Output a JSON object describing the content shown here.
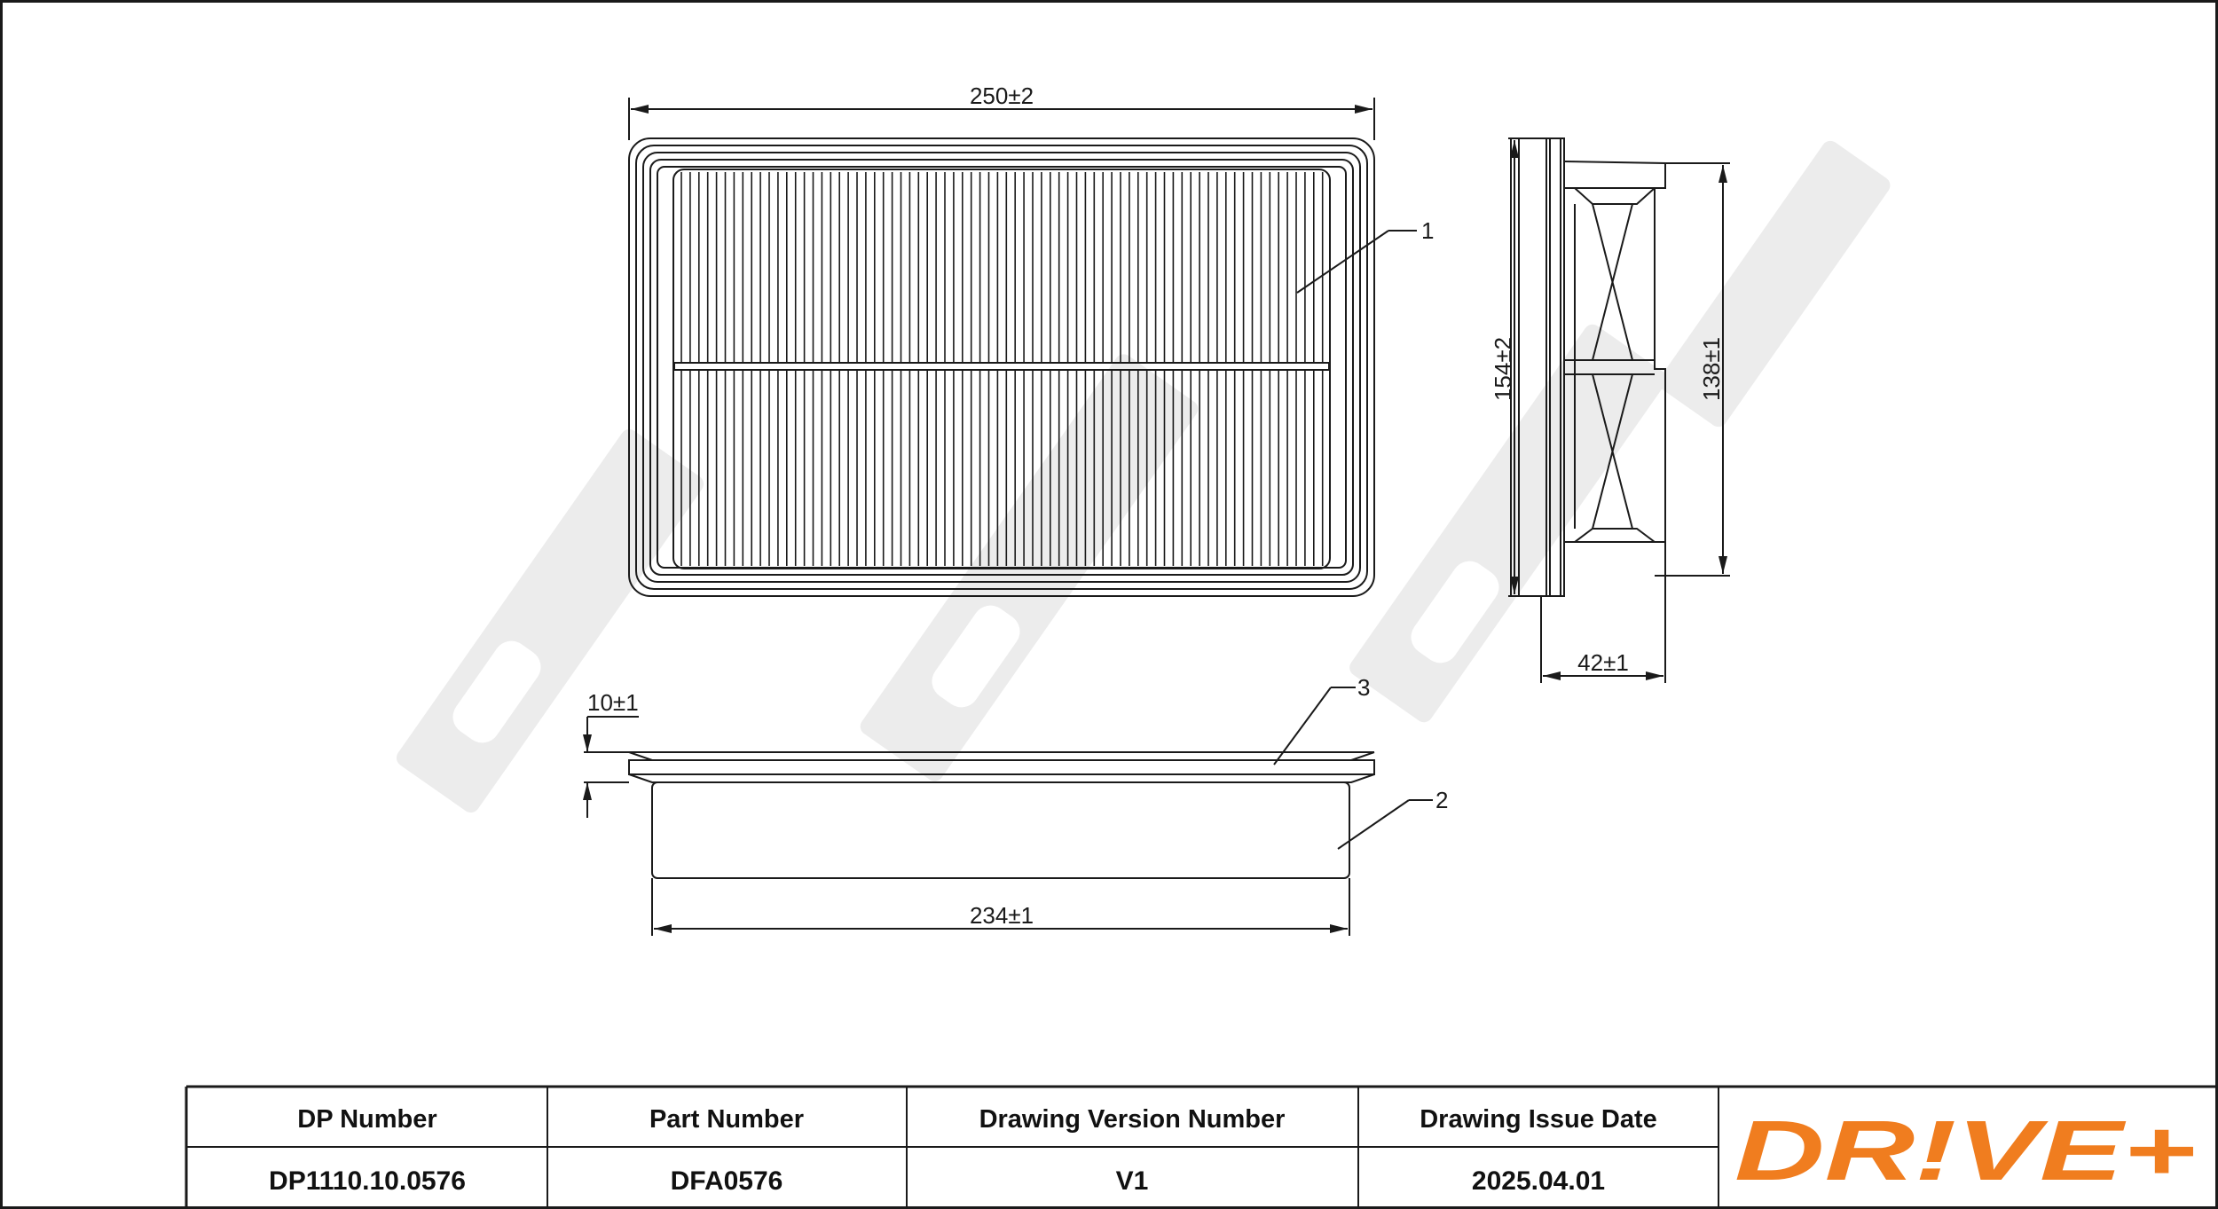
{
  "drawing": {
    "dimensions": {
      "length": "250±2",
      "width": "154±2",
      "inner_height": "138±1",
      "depth": "42±1",
      "frame_thickness": "10±1",
      "bottom_length": "234±1"
    },
    "callouts": [
      "1",
      "2",
      "3"
    ],
    "watermark_icon": "drive-plus-watermark-icon"
  },
  "title_block": {
    "headers": [
      "DP Number",
      "Part Number",
      "Drawing Version Number",
      "Drawing Issue Date"
    ],
    "values": [
      "DP1110.10.0576",
      "DFA0576",
      "V1",
      "2025.04.01"
    ],
    "logo_text": "DR!VE+"
  },
  "colors": {
    "line": "#1a1a1a",
    "watermark": "#ececec",
    "logo_orange": "#f07d1f"
  }
}
